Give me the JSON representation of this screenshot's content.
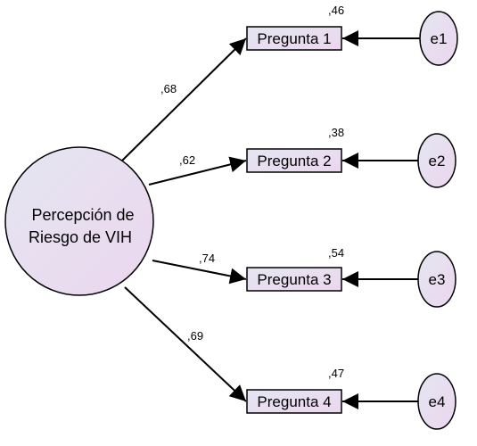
{
  "latent": {
    "line1": "Percepción de",
    "line2": "Riesgo de VIH"
  },
  "items": [
    {
      "label": "Pregunta 1",
      "loading": ",68",
      "r2": ",46",
      "error": "e1"
    },
    {
      "label": "Pregunta 2",
      "loading": ",62",
      "r2": ",38",
      "error": "e2"
    },
    {
      "label": "Pregunta 3",
      "loading": ",74",
      "r2": ",54",
      "error": "e3"
    },
    {
      "label": "Pregunta 4",
      "loading": ",69",
      "r2": ",47",
      "error": "e4"
    }
  ],
  "colors": {
    "fill_start": "#e4e6f0",
    "fill_end": "#ecd6ef",
    "stroke": "#000000"
  }
}
